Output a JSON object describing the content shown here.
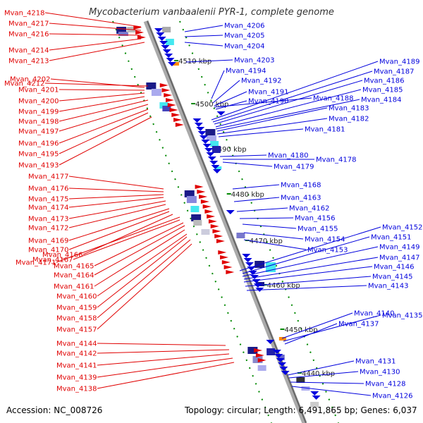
{
  "title": "Mycobacterium vanbaalenii PYR-1, complete genome",
  "accession": "Accession: NC_008726",
  "topology": "Topology: circular; Length: 6,491,865 bp; Genes: 6,037",
  "colors": {
    "forward": "#e00000",
    "reverse": "#0000dd",
    "backbone": "#888888",
    "tick": "#008800"
  },
  "kbp_ticks": [
    "4510 kbp",
    "4500 kbp",
    "4490 kbp",
    "4480 kbp",
    "4470 kbp",
    "4460 kbp",
    "4450 kbp",
    "4440 kbp"
  ],
  "left_labels": [
    "Mvan_4218",
    "Mvan_4217",
    "Mvan_4216",
    "Mvan_4214",
    "Mvan_4213",
    "Mvan_4212",
    "Mvan_4202",
    "Mvan_4201",
    "Mvan_4200",
    "Mvan_4199",
    "Mvan_4198",
    "Mvan_4197",
    "Mvan_4196",
    "Mvan_4195",
    "Mvan_4193",
    "Mvan_4177",
    "Mvan_4176",
    "Mvan_4175",
    "Mvan_4174",
    "Mvan_4173",
    "Mvan_4172",
    "Mvan_4169",
    "Mvan_4170",
    "Mvan_4166",
    "Mvan_4171",
    "Mvan_4167",
    "Mvan_4165",
    "Mvan_4164",
    "Mvan_4161",
    "Mvan_4160",
    "Mvan_4159",
    "Mvan_4158",
    "Mvan_4157",
    "Mvan_4144",
    "Mvan_4142",
    "Mvan_4141",
    "Mvan_4139",
    "Mvan_4138"
  ],
  "right_labels": [
    "Mvan_4206",
    "Mvan_4205",
    "Mvan_4204",
    "Mvan_4203",
    "Mvan_4189",
    "Mvan_4194",
    "Mvan_4187",
    "Mvan_4186",
    "Mvan_4192",
    "Mvan_4185",
    "Mvan_4191",
    "Mvan_4188",
    "Mvan_4184",
    "Mvan_4190",
    "Mvan_4183",
    "Mvan_4182",
    "Mvan_4181",
    "Mvan_4180",
    "Mvan_4178",
    "Mvan_4179",
    "Mvan_4168",
    "Mvan_4163",
    "Mvan_4162",
    "Mvan_4156",
    "Mvan_4152",
    "Mvan_4155",
    "Mvan_4151",
    "Mvan_4154",
    "Mvan_4149",
    "Mvan_4153",
    "Mvan_4147",
    "Mvan_4146",
    "Mvan_4145",
    "Mvan_4143",
    "Mvan_4140",
    "Mvan_4135",
    "Mvan_4137",
    "Mvan_4131",
    "Mvan_4130",
    "Mvan_4128",
    "Mvan_4126"
  ]
}
